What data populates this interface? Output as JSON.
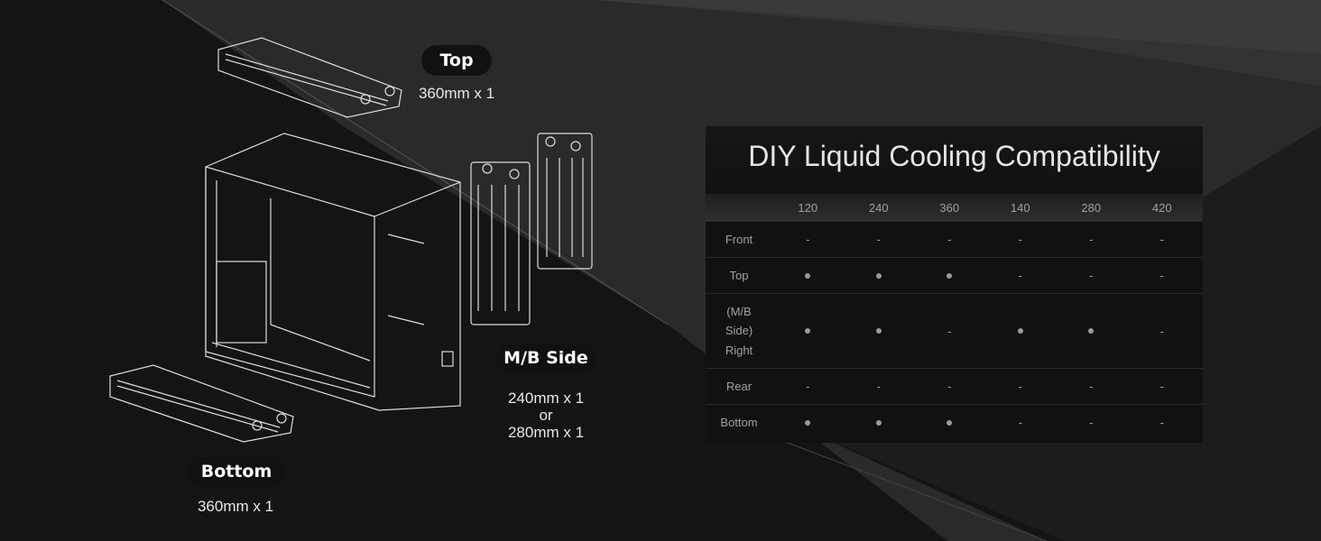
{
  "labels": {
    "top": {
      "badge": "Top",
      "size": "360mm x 1"
    },
    "mb_side": {
      "badge": "M/B Side",
      "size_line1": "240mm x 1",
      "size_or": "or",
      "size_line2": "280mm x 1"
    },
    "bottom": {
      "badge": "Bottom",
      "size": "360mm x 1"
    }
  },
  "table": {
    "title": "DIY Liquid Cooling Compatibility",
    "columns": [
      "120",
      "240",
      "360",
      "140",
      "280",
      "420"
    ],
    "rows": [
      {
        "label": "Front",
        "values": [
          "-",
          "-",
          "-",
          "-",
          "-",
          "-"
        ]
      },
      {
        "label": "Top",
        "values": [
          "●",
          "●",
          "●",
          "-",
          "-",
          "-"
        ]
      },
      {
        "label": "(M/B\nSide)\nRight",
        "values": [
          "●",
          "●",
          "-",
          "●",
          "●",
          "-"
        ]
      },
      {
        "label": "Rear",
        "values": [
          "-",
          "-",
          "-",
          "-",
          "-",
          "-"
        ]
      },
      {
        "label": "Bottom",
        "values": [
          "●",
          "●",
          "●",
          "-",
          "-",
          "-"
        ]
      }
    ]
  }
}
